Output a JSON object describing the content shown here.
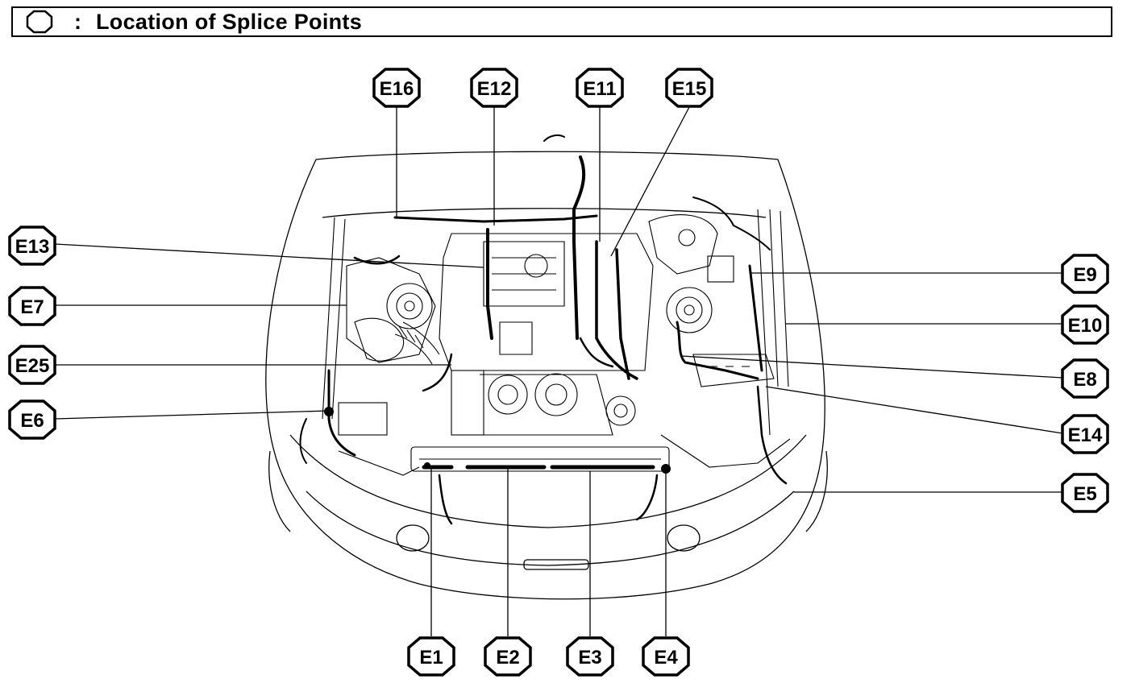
{
  "header": {
    "legend_symbol": "splice-point-octagon-icon",
    "colon": ":",
    "title": "Location of Splice Points"
  },
  "labels": {
    "e16": "E16",
    "e12": "E12",
    "e11": "E11",
    "e15": "E15",
    "e13": "E13",
    "e7": "E7",
    "e25": "E25",
    "e6": "E6",
    "e9": "E9",
    "e10": "E10",
    "e8": "E8",
    "e14": "E14",
    "e5": "E5",
    "e1": "E1",
    "e2": "E2",
    "e3": "E3",
    "e4": "E4"
  }
}
